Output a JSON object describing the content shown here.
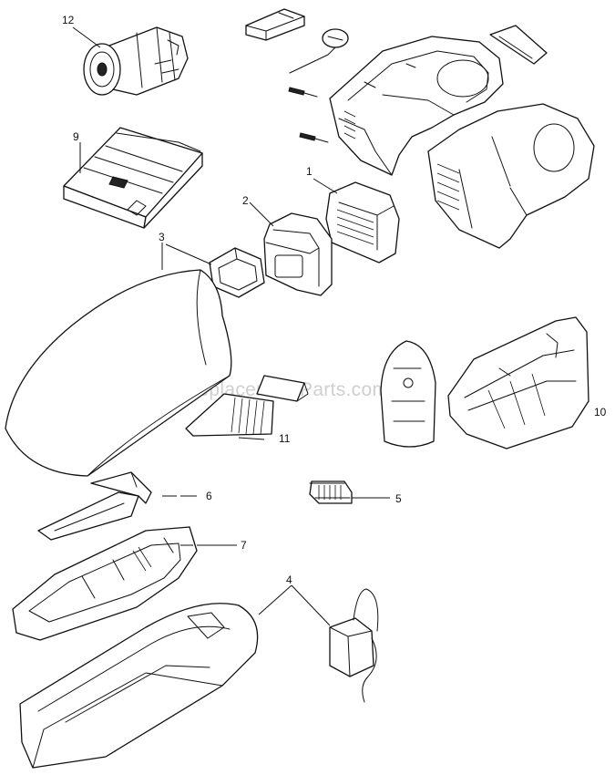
{
  "watermark": "eReplacementParts.com",
  "callouts": {
    "c1": "1",
    "c2": "2",
    "c3": "3",
    "c4": "4",
    "c5": "5",
    "c6": "6",
    "c7": "7",
    "c9": "9",
    "c10": "10",
    "c11": "11",
    "c12": "12"
  }
}
